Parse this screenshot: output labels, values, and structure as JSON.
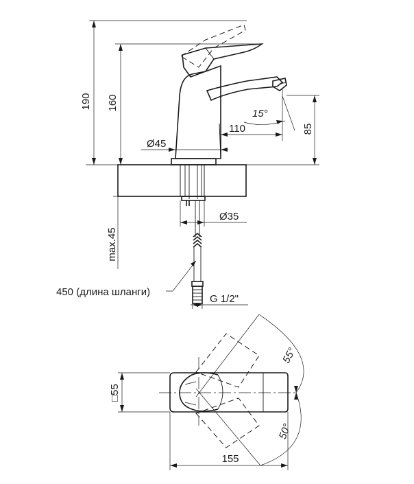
{
  "dimensions": {
    "height_total": "190",
    "height_spout": "160",
    "spout_reach": "110",
    "spout_clearance": "85",
    "spout_angle": "15°",
    "base_diameter": "Ø45",
    "hole_diameter": "Ø35",
    "max_thickness": "max.45",
    "hose_length": "450 (длина шланги)",
    "thread": "G 1/2\"",
    "handle_size": "□55",
    "overall_length": "155",
    "swing_angle_top": "55°",
    "swing_angle_bottom": "50°"
  }
}
